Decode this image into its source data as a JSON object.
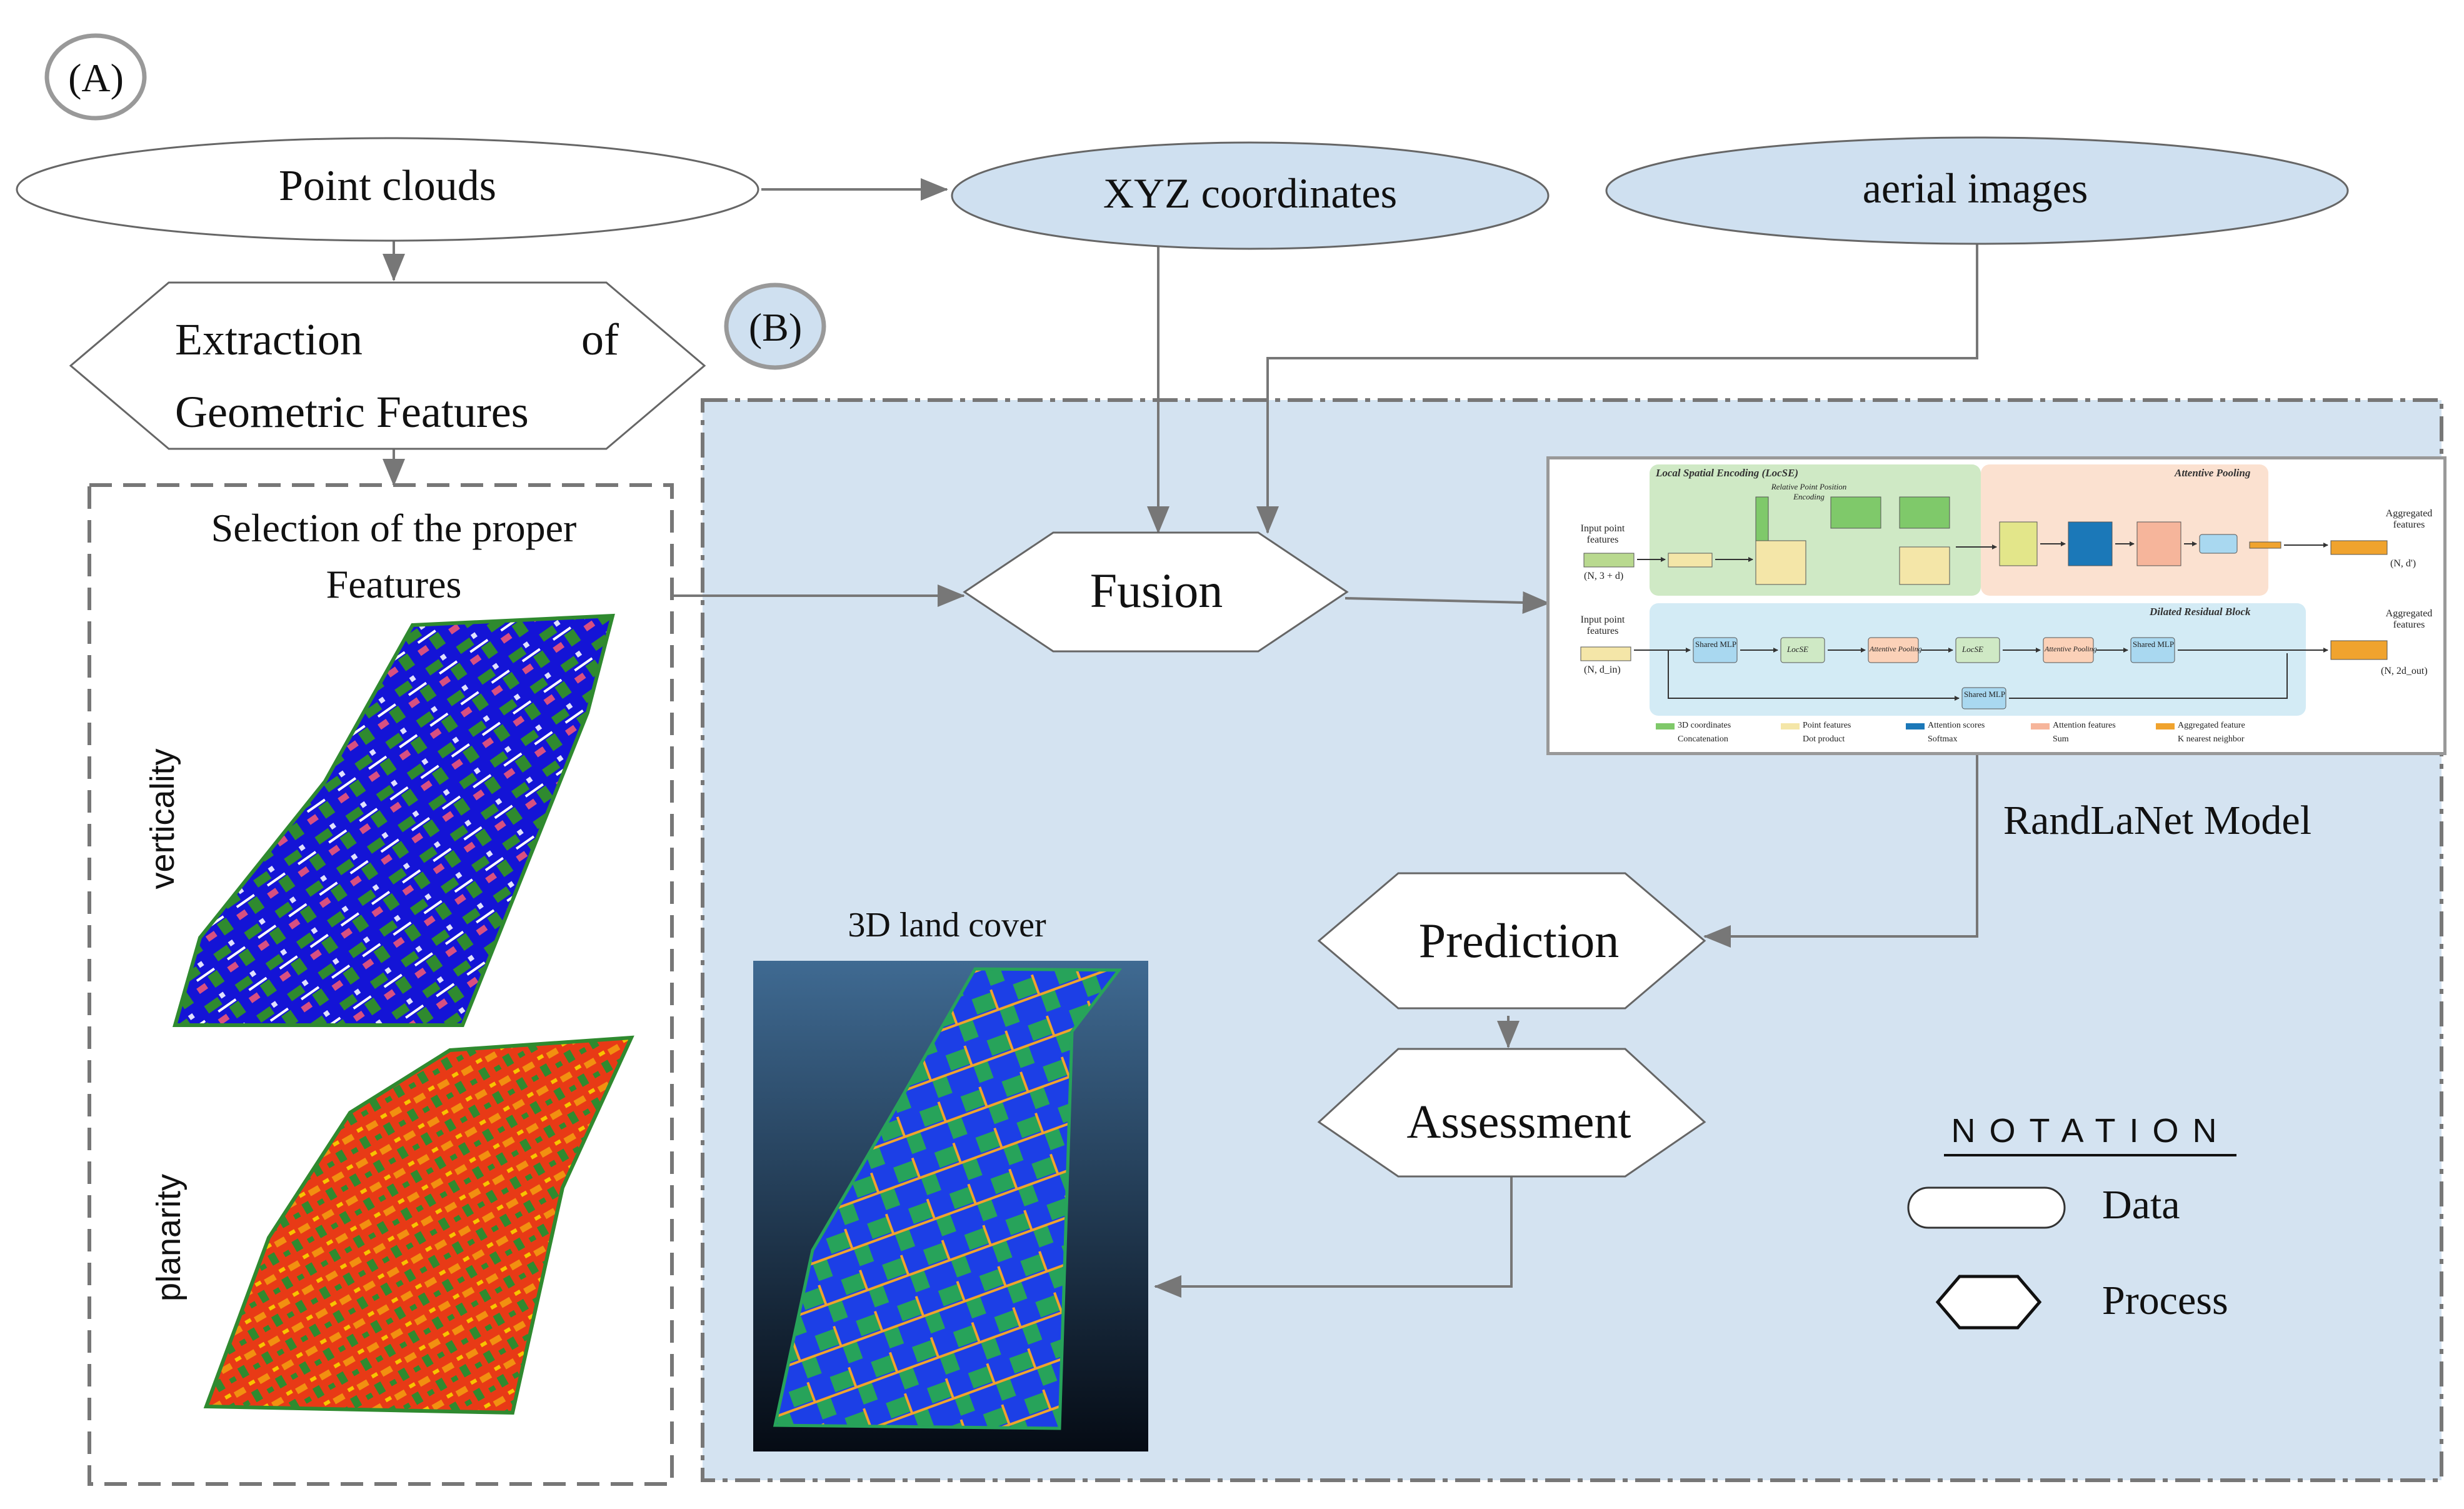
{
  "labels": {
    "a": "(A)",
    "b": "(B)",
    "point_clouds": "Point clouds",
    "xyz": "XYZ coordinates",
    "aerial": "aerial images",
    "extraction_1": "Extraction",
    "extraction_of": "of",
    "extraction_2": "Geometric Features",
    "selection_1": "Selection of the proper",
    "selection_2": "Features",
    "verticality": "verticality",
    "planarity": "planarity",
    "fusion": "Fusion",
    "randlanet": "RandLaNet Model",
    "prediction": "Prediction",
    "assessment": "Assessment",
    "land_cover": "3D land cover"
  },
  "notation": {
    "title": "NOTATION",
    "data": "Data",
    "process": "Process"
  },
  "model": {
    "locse_title": "Local Spatial Encoding (LocSE)",
    "attentive_title": "Attentive Pooling",
    "dilated_title": "Dilated Residual Block",
    "input1": "Input point features",
    "input1_dim": "(N, 3 + d)",
    "input2": "Input point features",
    "input2_dim": "(N, d_in)",
    "agg1": "Aggregated features",
    "agg1_dim": "(N, d')",
    "agg2": "Aggregated features",
    "agg2_dim": "(N, 2d_out)",
    "relative": "Relative Point Position Encoding",
    "shared_mlp": "Shared MLP",
    "locse": "LocSE",
    "attentive_pooling": "Attentive Pooling",
    "legend": [
      "3D coordinates",
      "Point features",
      "Attention scores",
      "Attention features",
      "Aggregated feature",
      "Concatenation",
      "Dot product",
      "Softmax",
      "Sum",
      "K nearest neighbor"
    ]
  },
  "colors": {
    "panel_blue": "#d4e3f1",
    "ellipse_blue": "#cfe0f0",
    "arrow_gray": "#777777",
    "locse_green": "#cfe9c5",
    "attn_orange": "#fbe1d0",
    "dilated_blue": "#d3ebf5"
  }
}
